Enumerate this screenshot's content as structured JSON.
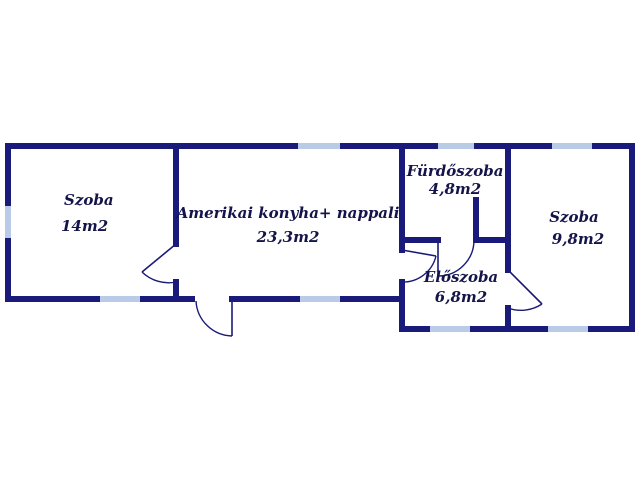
{
  "rooms": {
    "szoba_left": {
      "name": "Szoba",
      "area": "14m2"
    },
    "kitchen": {
      "name": "Amerikai konyha+ nappali",
      "area": "23,3m2"
    },
    "bathroom": {
      "name": "Fürdőszoba",
      "area": "4,8m2"
    },
    "hall": {
      "name": "Előszoba",
      "area": "6,8m2"
    },
    "szoba_right": {
      "name": "Szoba",
      "area": "9,8m2"
    }
  },
  "colors": {
    "wall": "#1a1a7a",
    "window": "#b9cbe6",
    "text": "#14144a",
    "background": "#ffffff"
  }
}
